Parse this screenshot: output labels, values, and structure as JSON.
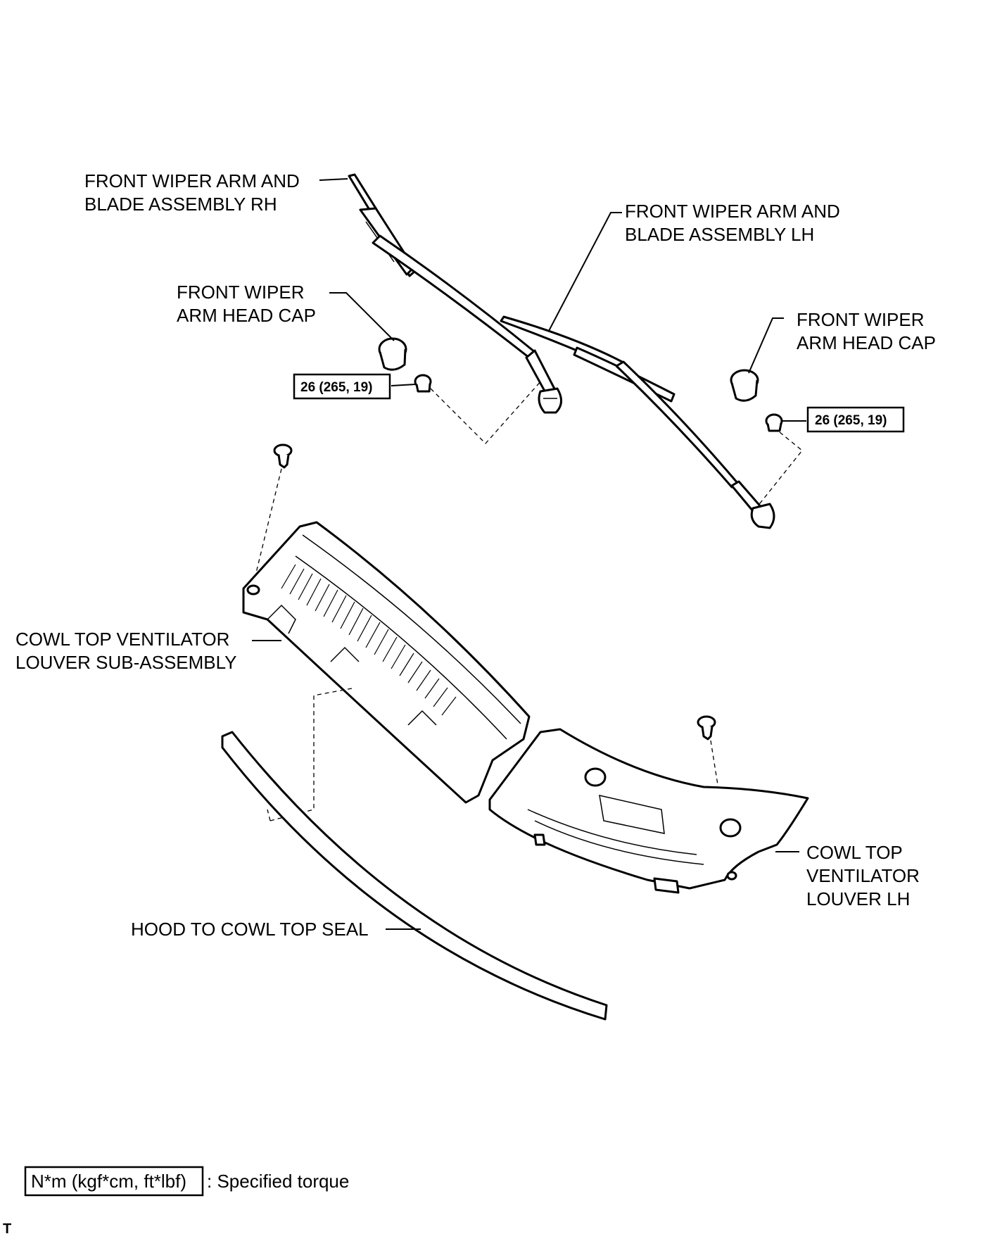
{
  "labels": {
    "wiper_rh_line1": "FRONT WIPER ARM AND",
    "wiper_rh_line2": "BLADE ASSEMBLY RH",
    "wiper_lh_line1": "FRONT WIPER ARM AND",
    "wiper_lh_line2": "BLADE ASSEMBLY LH",
    "cap_rh_line1": "FRONT WIPER",
    "cap_rh_line2": "ARM HEAD CAP",
    "cap_lh_line1": "FRONT WIPER",
    "cap_lh_line2": "ARM HEAD CAP",
    "louver_sub_line1": "COWL TOP VENTILATOR",
    "louver_sub_line2": "LOUVER SUB-ASSEMBLY",
    "louver_lh_line1": "COWL TOP",
    "louver_lh_line2": "VENTILATOR",
    "louver_lh_line3": "LOUVER LH",
    "seal": "HOOD TO COWL TOP SEAL"
  },
  "torque": {
    "left": "26 (265, 19)",
    "right": "26 (265, 19)"
  },
  "legend": {
    "unit_box": "N*m (kgf*cm, ft*lbf)",
    "description": ": Specified torque"
  },
  "corner_mark": "T"
}
